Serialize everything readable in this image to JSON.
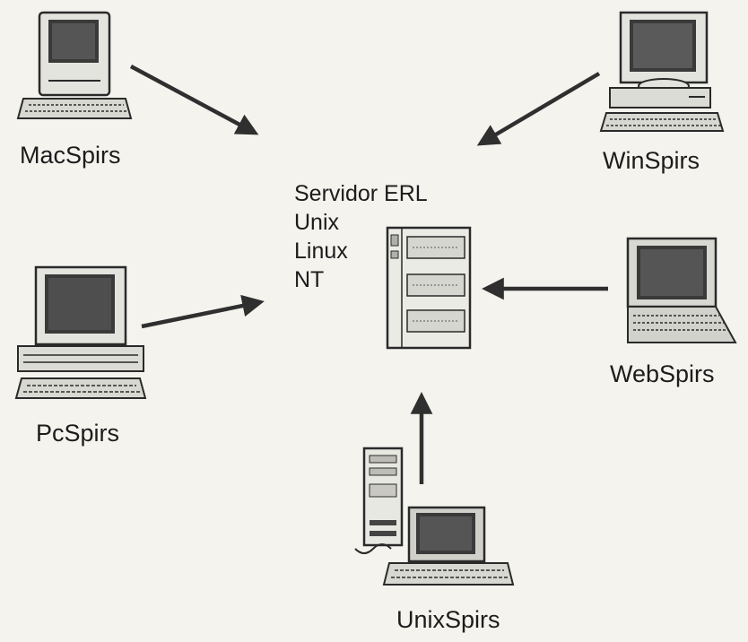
{
  "server": {
    "lines": [
      "Servidor ERL",
      "Unix",
      "Linux",
      "NT"
    ]
  },
  "clients": {
    "mac": "MacSpirs",
    "win": "WinSpirs",
    "pc": "PcSpirs",
    "web": "WebSpirs",
    "unix": "UnixSpirs"
  },
  "colors": {
    "ink": "#2a2a2a",
    "screen": "#3a3a3a",
    "case": "#e8e8e3",
    "background": "#f4f3ee"
  },
  "icons": {
    "server": "server-tower-icon",
    "mac": "classic-mac-icon",
    "win": "desktop-pc-icon",
    "pc": "pc-monitor-icon",
    "web": "laptop-icon",
    "unix": "workstation-icon"
  }
}
